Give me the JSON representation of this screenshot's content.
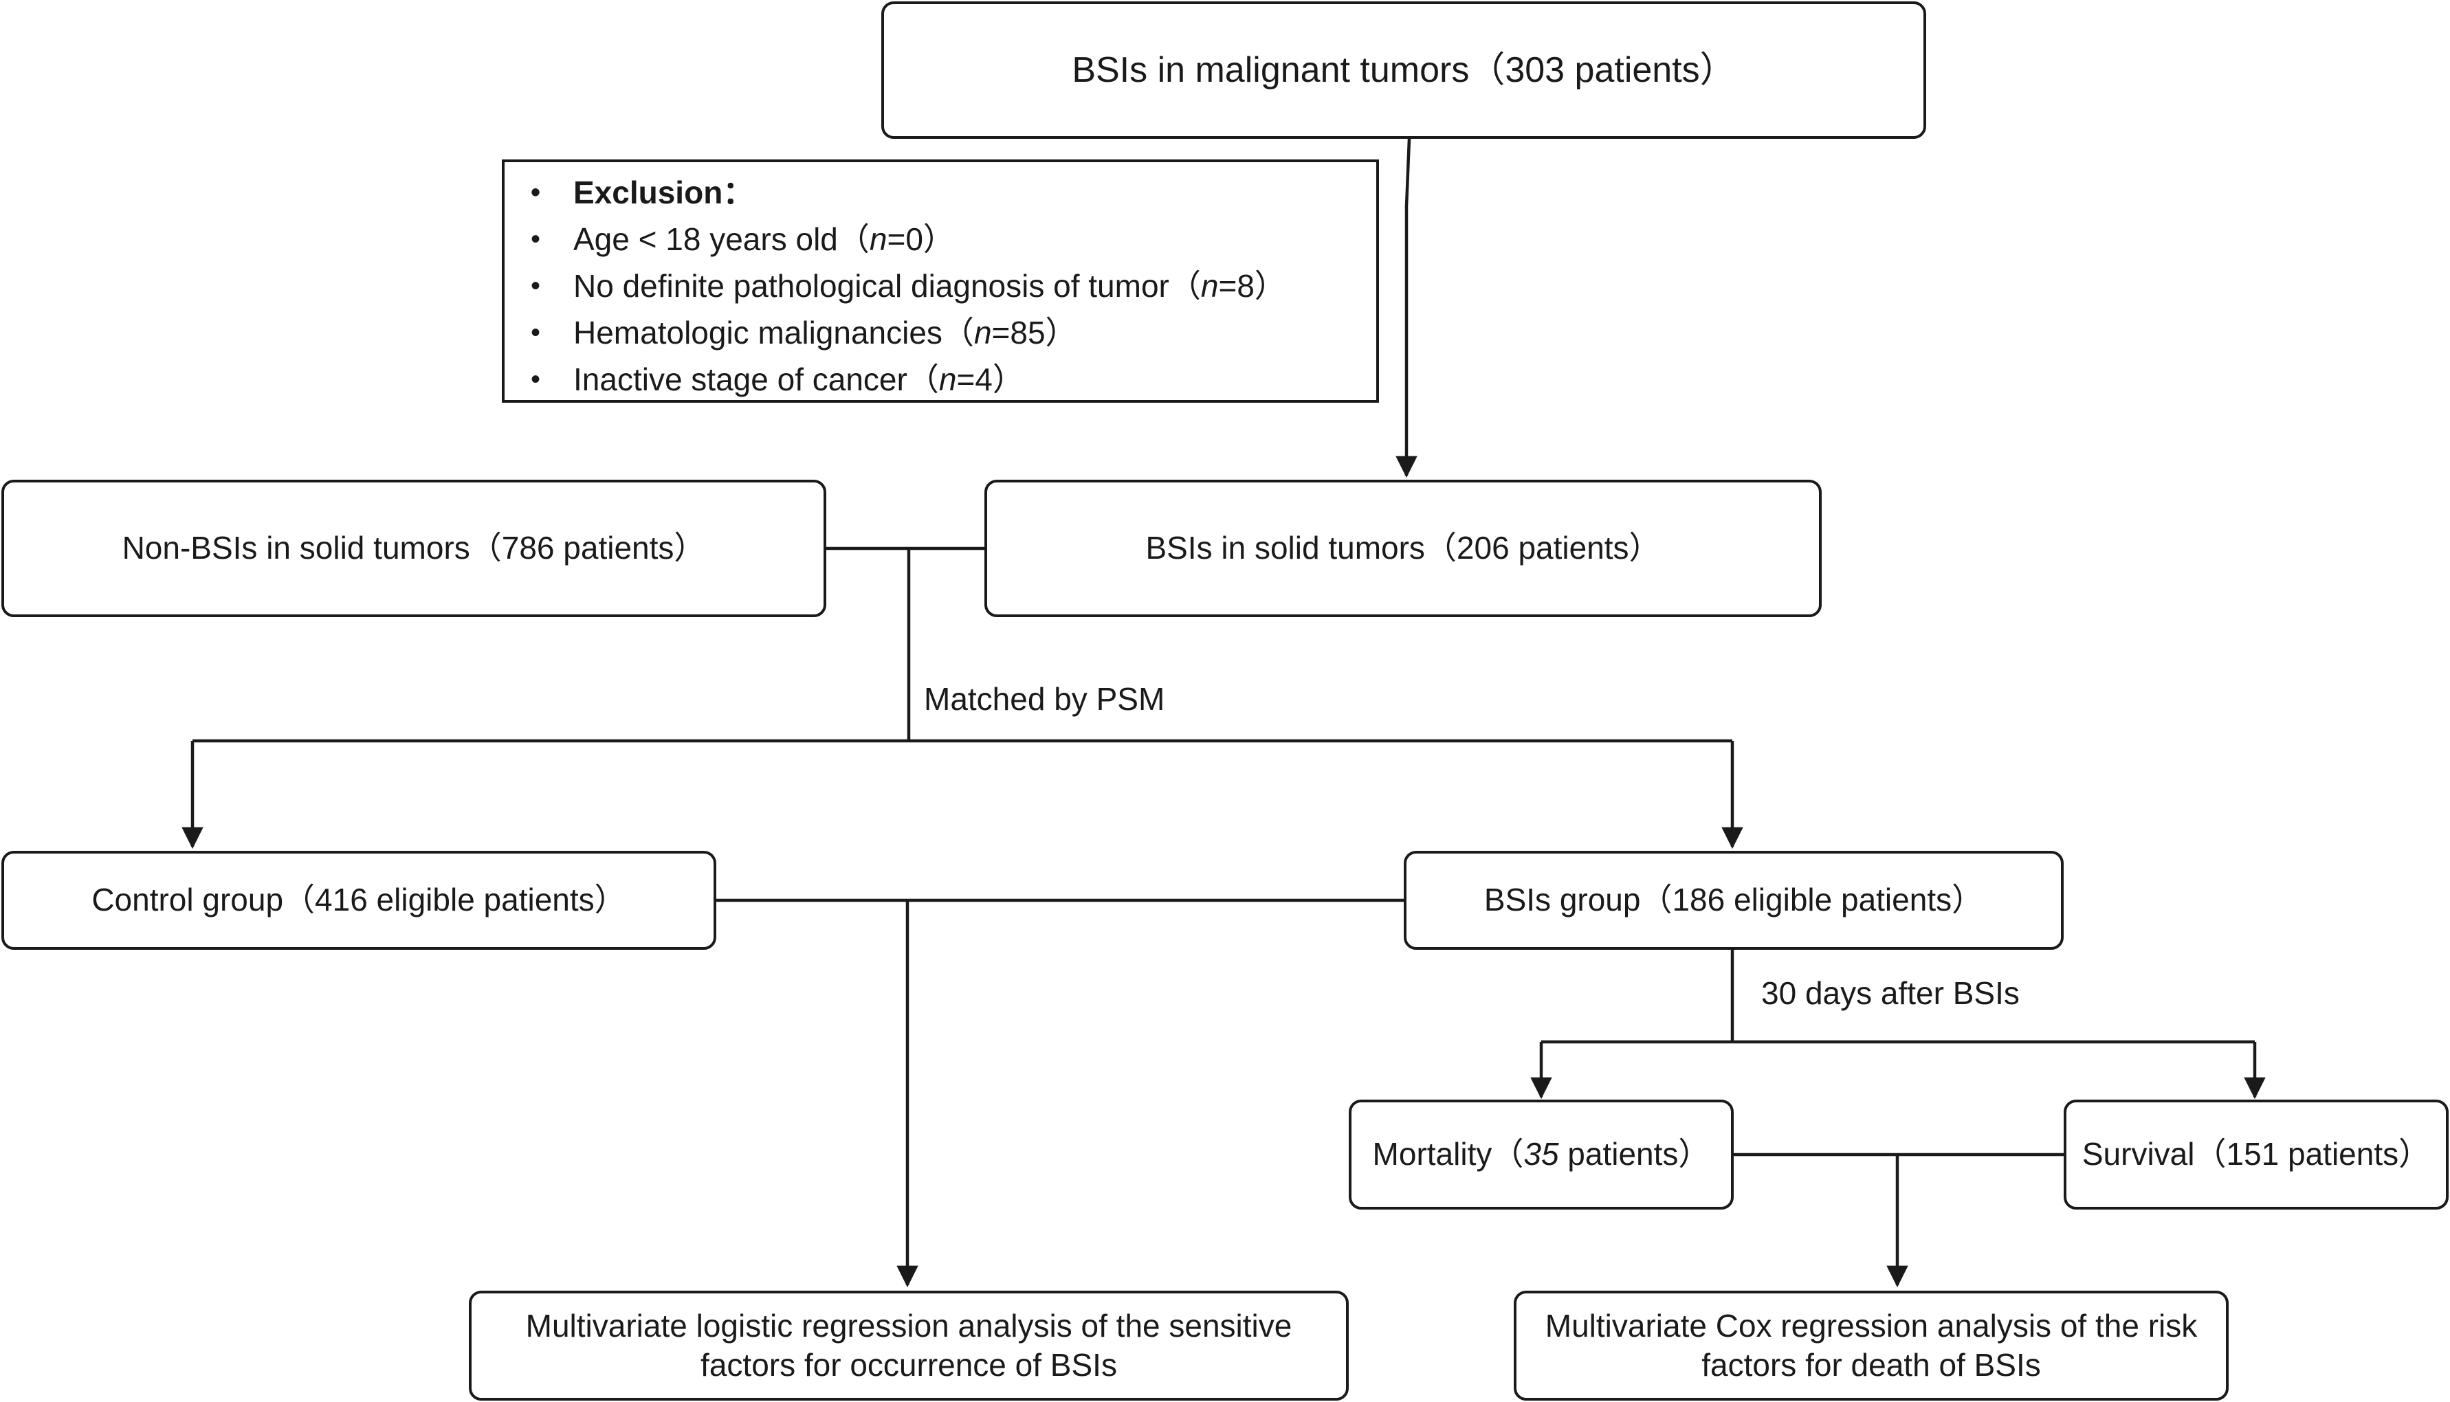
{
  "boxes": {
    "top": "BSIs in malignant tumors（303 patients）",
    "non_bsi": "Non-BSIs in solid tumors（786 patients）",
    "bsi_solid": "BSIs in solid tumors（206 patients）",
    "control": "Control group（416 eligible patients）",
    "bsi_group": "BSIs group（186 eligible patients）",
    "survival": "Survival（151 patients）",
    "logistic_line1": "Multivariate logistic regression analysis of  the sensitive",
    "logistic_line2": "factors for occurrence of BSIs",
    "cox_line1": "Multivariate Cox regression analysis of  the risk",
    "cox_line2": "factors for death of BSIs"
  },
  "mortality": {
    "prefix": "Mortality（",
    "count": "35",
    "suffix": " patients）"
  },
  "exclusion": {
    "title": "Exclusion：",
    "items": [
      {
        "text": "Age < 18 years old（",
        "n_label": "n",
        "n_value": "=0）"
      },
      {
        "text": "No definite pathological diagnosis of tumor（",
        "n_label": "n",
        "n_value": "=8）"
      },
      {
        "text": "Hematologic malignancies（",
        "n_label": "n",
        "n_value": "=85）"
      },
      {
        "text": "Inactive stage of cancer（",
        "n_label": "n",
        "n_value": "=4）"
      }
    ]
  },
  "labels": {
    "psm": "Matched by PSM",
    "days": "30 days after BSIs"
  }
}
